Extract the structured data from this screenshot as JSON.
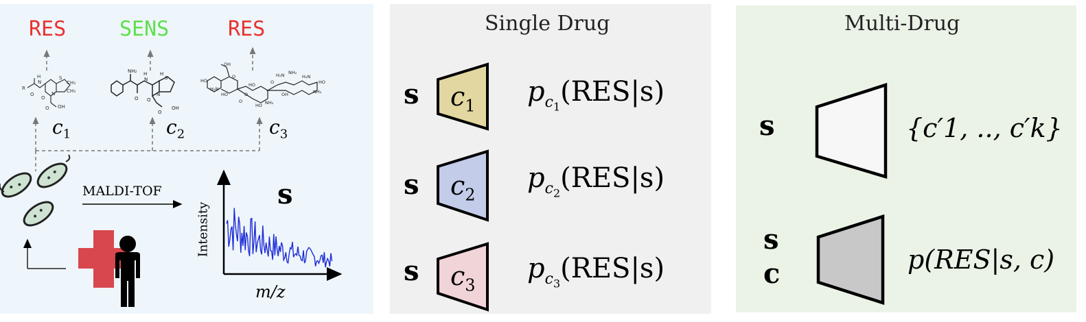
{
  "left_panel": {
    "outcomes": [
      {
        "label": "RES",
        "color": "#e8322e"
      },
      {
        "label": "SENS",
        "color": "#5ee04a"
      },
      {
        "label": "RES",
        "color": "#e8322e"
      }
    ],
    "drugs": [
      {
        "name": "c",
        "sub": "1"
      },
      {
        "name": "c",
        "sub": "2"
      },
      {
        "name": "c",
        "sub": "3"
      }
    ],
    "molecule_text": {
      "m1": [
        "R",
        "O",
        "H",
        "N",
        "S",
        "CH₃",
        "CH₃",
        "N",
        "O",
        "OH",
        "O"
      ],
      "m2": [
        "NH₂",
        "H",
        "N",
        "H",
        "S",
        "O",
        "N",
        "O",
        "OH",
        "O"
      ],
      "m3": [
        "OH",
        "HO",
        "H₂N",
        "HO",
        "O",
        "O",
        "HO",
        "O",
        "H₂N",
        "NH₂",
        "OH",
        "HO",
        "O",
        "NH₂",
        "H₂N",
        "NH₂",
        "HO"
      ]
    },
    "maldi_label": "MALDI-TOF",
    "spectrum_symbol": "s",
    "ylabel": "Intensity",
    "xlabel": "m/z",
    "bg_color": "#eef6fc"
  },
  "single_panel": {
    "title": "Single Drug",
    "rows": [
      {
        "input": "s",
        "model": "c",
        "model_sub": "1",
        "fill": "#e2d7a0",
        "output_p": "p",
        "output_c": "c",
        "output_csub": "1",
        "output_paren": "(RES|s)"
      },
      {
        "input": "s",
        "model": "c",
        "model_sub": "2",
        "fill": "#c3cdea",
        "output_p": "p",
        "output_c": "c",
        "output_csub": "2",
        "output_paren": "(RES|s)"
      },
      {
        "input": "s",
        "model": "c",
        "model_sub": "3",
        "fill": "#f0d4d8",
        "output_p": "p",
        "output_c": "c",
        "output_csub": "3",
        "output_paren": "(RES|s)"
      }
    ],
    "bg_color": "#f0f0f0"
  },
  "multi_panel": {
    "title": "Multi-Drug",
    "row1": {
      "input": "s",
      "output": "{c′1, .., c′k}",
      "fill": "#f7f7f7"
    },
    "row2": {
      "input_top": "s",
      "input_bottom": "c",
      "output": "p(RES|s, c)",
      "fill": "#c8c8c8"
    },
    "bg_color": "#ebf3e6"
  }
}
